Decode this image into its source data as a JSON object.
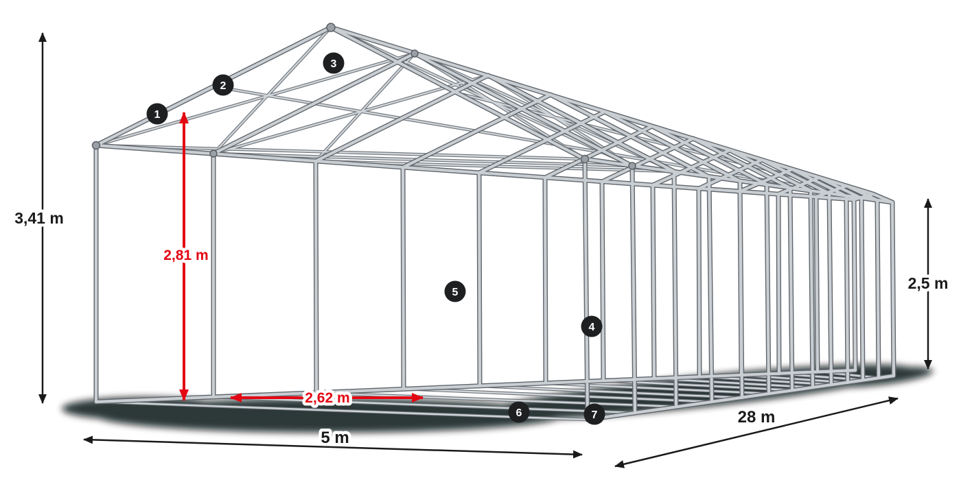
{
  "diagram": {
    "subject": "tent-frame-construction-with-dimensions",
    "dimensions": {
      "total_height": "3,41 m",
      "inner_height": "2,81 m",
      "entrance_width": "2,62 m",
      "front_width": "5 m",
      "length": "28 m",
      "side_height": "2,5 m"
    },
    "markers": [
      "1",
      "2",
      "3",
      "4",
      "5",
      "6",
      "7"
    ],
    "colors": {
      "dimension_accent_red": "#e30613",
      "dimension_line_black": "#1a1a1a",
      "badge_background": "#1d1f20",
      "badge_text": "#ffffff",
      "frame_tube_fill": "#c9ced3",
      "frame_tube_outline": "#60666c",
      "background": "#ffffff"
    }
  }
}
